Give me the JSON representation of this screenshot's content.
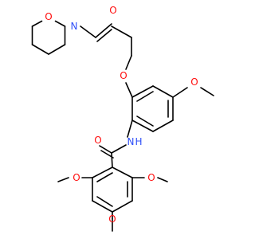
{
  "colors": {
    "bond": "#000000",
    "oxygen": "#ff0d0d",
    "nitrogen": "#3050f8",
    "background": "#ffffff"
  },
  "labels": {
    "morpholine_o": "O",
    "morpholine_n": "N",
    "carbonyl_o_top": "O",
    "ether_o": "O",
    "methoxy_o_upper": "O",
    "amide_o": "O",
    "amide_n": "N",
    "amide_h": "H",
    "methoxy_o_left": "O",
    "methoxy_o_right": "O",
    "methoxy_o_bottom": "O"
  }
}
